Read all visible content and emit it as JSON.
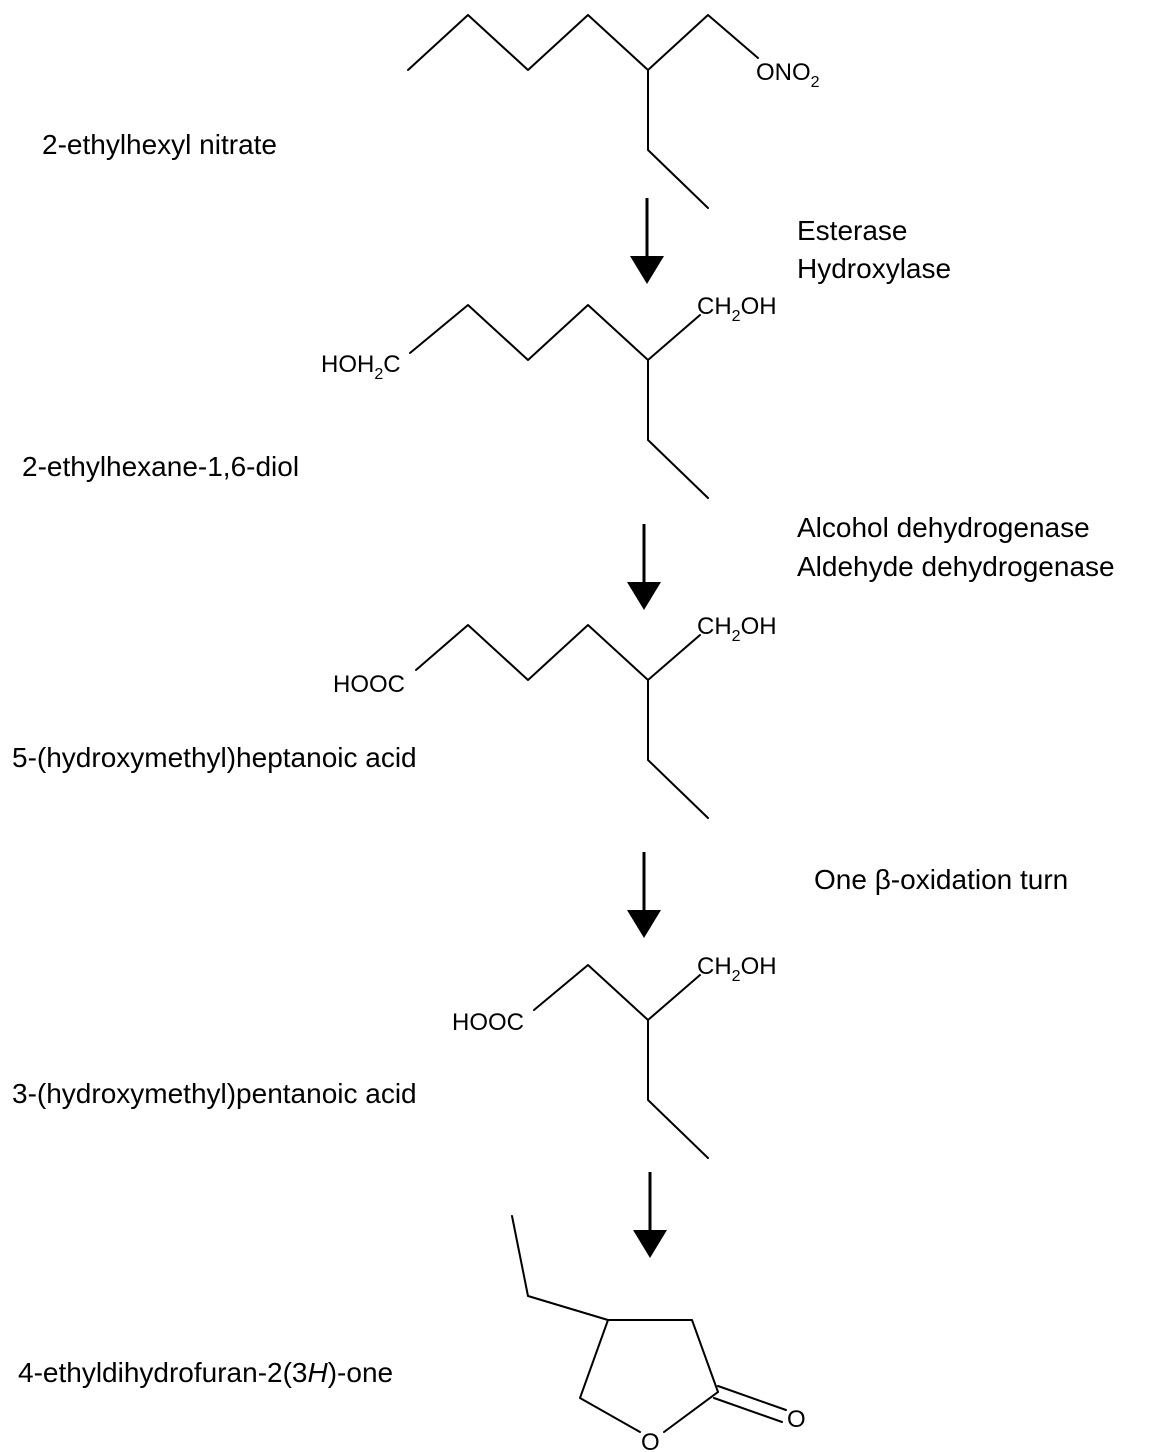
{
  "compounds": [
    {
      "name": "2-ethylhexyl nitrate"
    },
    {
      "name": "2-ethylhexane-1,6-diol"
    },
    {
      "name": "5-(hydroxymethyl)heptanoic acid"
    },
    {
      "name": "3-(hydroxymethyl)pentanoic acid"
    },
    {
      "name_pre": "4-ethyldihydrofuran-2(3",
      "name_italic": "H",
      "name_post": ")-one"
    }
  ],
  "steps": [
    {
      "enzymes": [
        "Esterase",
        "Hydroxylase"
      ]
    },
    {
      "enzymes": [
        "Alcohol dehydrogenase",
        "Aldehyde dehydrogenase"
      ]
    },
    {
      "enzymes": [
        "One β-oxidation turn"
      ]
    },
    {
      "enzymes": []
    }
  ],
  "atoms": {
    "ono2": {
      "main": "ONO",
      "sub": "2"
    },
    "ch2oh": {
      "pre": "CH",
      "sub": "2",
      "post": "OH"
    },
    "hoh2c": {
      "pre": "HOH",
      "sub": "2",
      "post": "C"
    },
    "hooc": "HOOC",
    "ring_o": "O",
    "carbonyl_o": "O"
  },
  "colors": {
    "ink": "#000000",
    "background": "#ffffff"
  }
}
